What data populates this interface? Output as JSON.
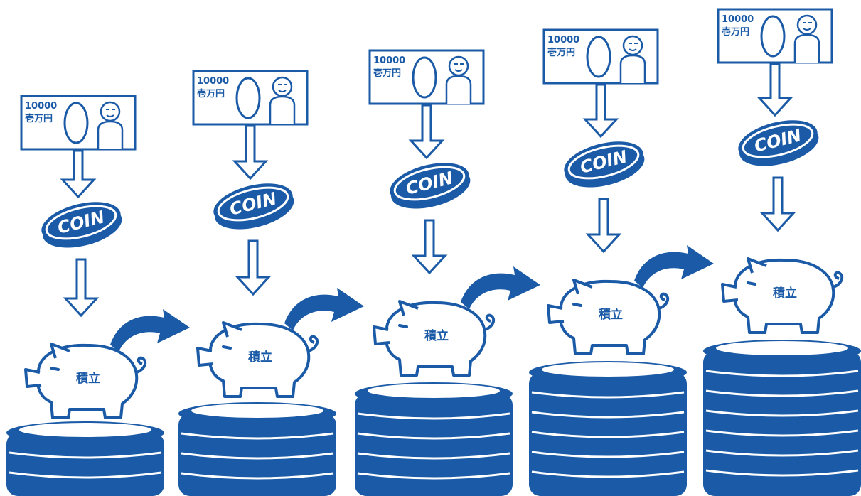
{
  "colors": {
    "primary": "#1a5aa6",
    "background": "#ffffff"
  },
  "banknote": {
    "amount": "10000",
    "kanji": "壱万円"
  },
  "coin": {
    "label": "COIN"
  },
  "piggy": {
    "label": "積立"
  },
  "stages": [
    {
      "coin_layers": 3
    },
    {
      "coin_layers": 4
    },
    {
      "coin_layers": 5
    },
    {
      "coin_layers": 6
    },
    {
      "coin_layers": 7
    }
  ],
  "icons": {
    "note": "banknote-icon",
    "face": "portrait-face-icon",
    "down_arrow": "down-arrow-icon",
    "coin": "coin-icon",
    "piggy": "piggy-bank-icon",
    "stack": "coin-stack-icon",
    "curved_arrow": "curved-arrow-icon"
  }
}
